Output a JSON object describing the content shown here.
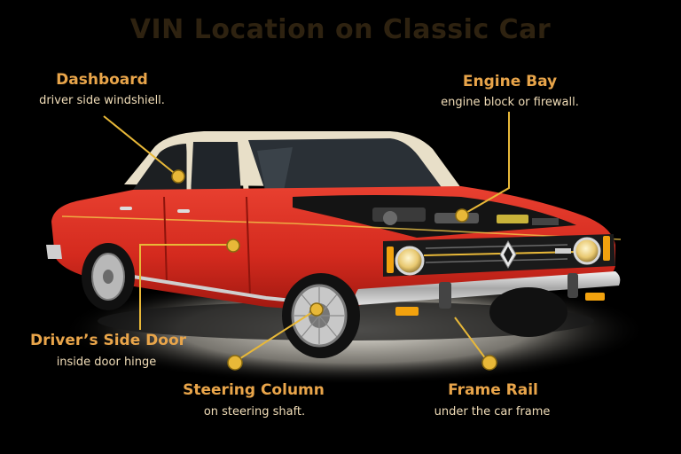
{
  "title": "VIN Location on Classic Car",
  "colors": {
    "background": "#000000",
    "accent": "#e9a54a",
    "marker": "#e8b838",
    "body_red": "#d42a1e",
    "roof_cream": "#e8dfc8"
  },
  "locations": {
    "dashboard": {
      "title": "Dashboard",
      "desc": "driver side windshiell."
    },
    "engine_bay": {
      "title": "Engine Bay",
      "desc": "engine block or firewall."
    },
    "door": {
      "title": "Driver’s Side Door",
      "desc": "inside door hinge"
    },
    "steering": {
      "title": "Steering Column",
      "desc": "on steering shaft."
    },
    "frame_rail": {
      "title": "Frame Rail",
      "desc": "under the car frame"
    }
  }
}
